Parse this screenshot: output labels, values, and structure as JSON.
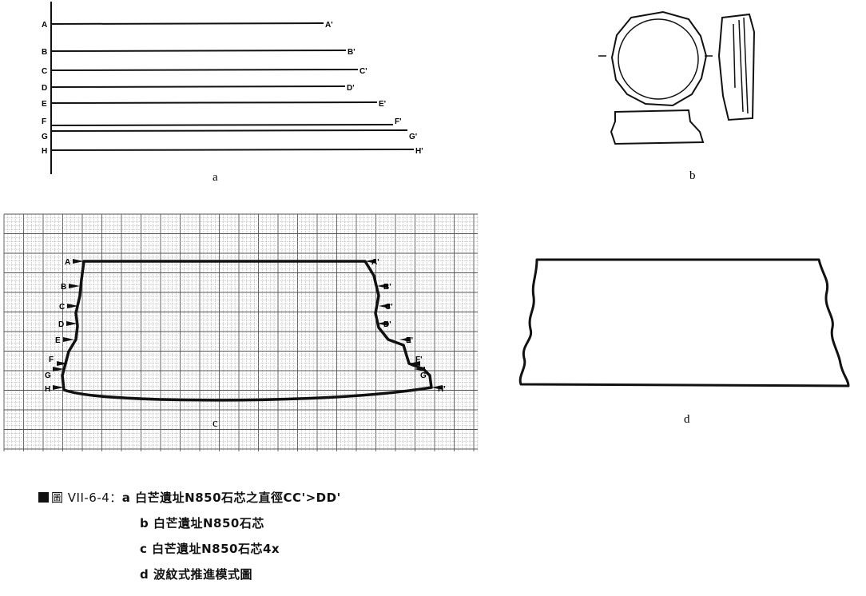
{
  "panels": {
    "a": {
      "label": "a",
      "lines": [
        {
          "start": "A",
          "end": "A'"
        },
        {
          "start": "B",
          "end": "B'"
        },
        {
          "start": "C",
          "end": "C'"
        },
        {
          "start": "D",
          "end": "D'"
        },
        {
          "start": "E",
          "end": "E'"
        },
        {
          "start": "F",
          "end": "F'"
        },
        {
          "start": "G",
          "end": "G'"
        },
        {
          "start": "H",
          "end": "H'"
        }
      ]
    },
    "b": {
      "label": "b"
    },
    "c": {
      "label": "c",
      "left_markers": [
        "A",
        "B",
        "C",
        "D",
        "E",
        "F",
        "G",
        "H"
      ],
      "right_markers": [
        "A'",
        "B'",
        "C'",
        "D'",
        "E'",
        "F'",
        "G'",
        "H'"
      ]
    },
    "d": {
      "label": "d"
    }
  },
  "caption": {
    "prefix": "圖 VII-6-4：",
    "lines": [
      "a  白芒遺址N850石芯之直徑CC'>DD'",
      "b  白芒遺址N850石芯",
      "c  白芒遺址N850石芯4x",
      "d  波紋式推進模式圖"
    ]
  }
}
